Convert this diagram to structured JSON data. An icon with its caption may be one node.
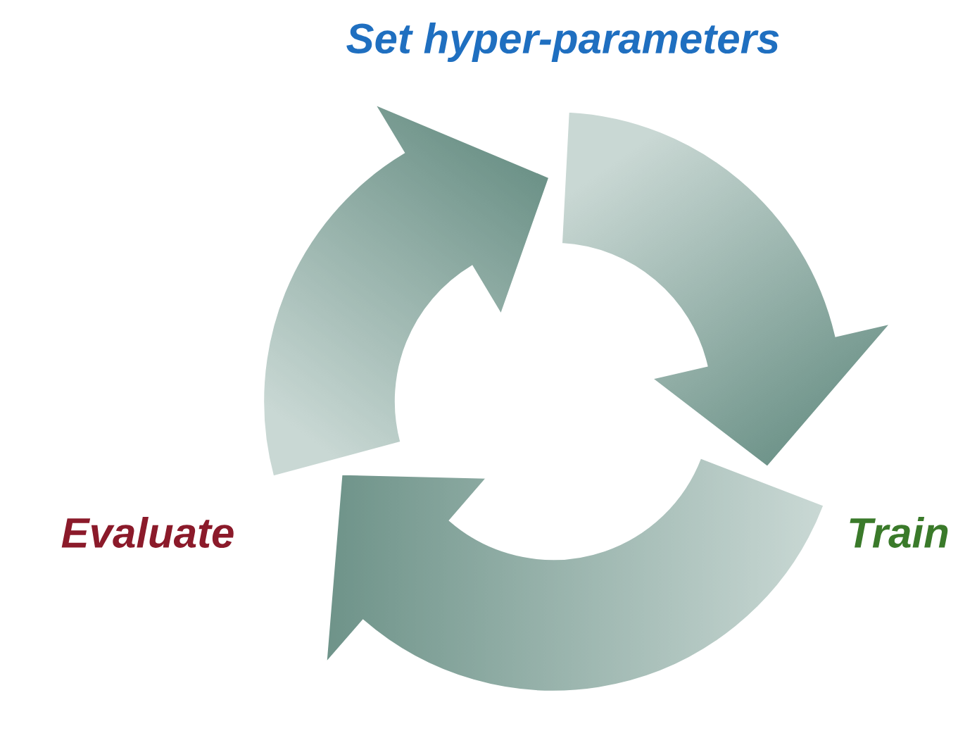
{
  "diagram": {
    "nodes": [
      {
        "text": [
          "Set hyper-parameters"
        ]
      },
      {
        "text": [
          "Train"
        ]
      },
      {
        "text": [
          "Evaluate"
        ]
      }
    ],
    "edges": [
      {
        "from": 0,
        "to": 1,
        "arrow": "to"
      },
      {
        "from": 1,
        "to": 2,
        "arrow": "to"
      },
      {
        "from": 2,
        "to": 0,
        "arrow": "to"
      }
    ]
  }
}
